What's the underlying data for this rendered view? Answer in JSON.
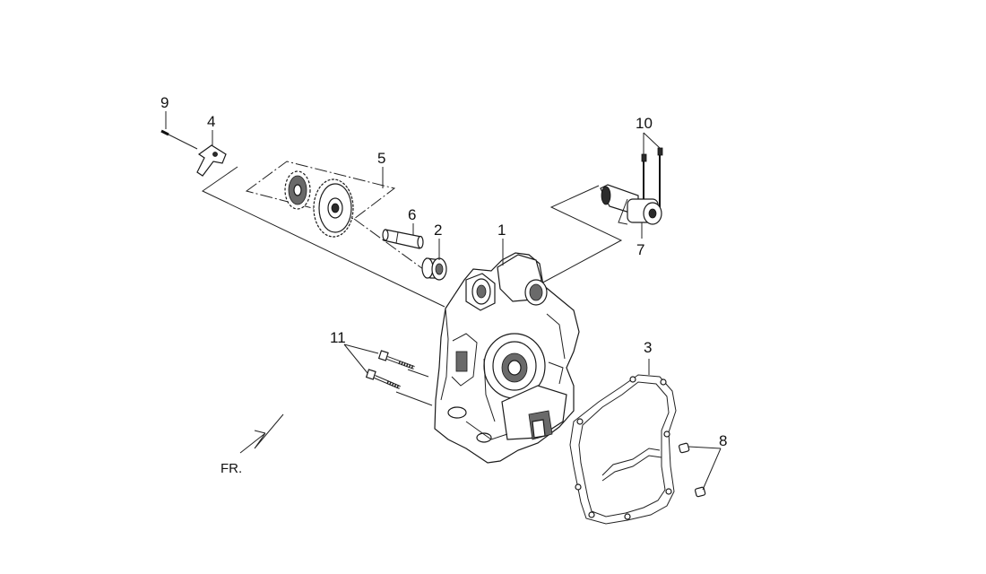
{
  "callouts": {
    "c1": "1",
    "c2": "2",
    "c3": "3",
    "c4": "4",
    "c5": "5",
    "c6": "6",
    "c7": "7",
    "c8": "8",
    "c9": "9",
    "c10": "10",
    "c11": "11"
  },
  "direction": {
    "label": "FR."
  }
}
